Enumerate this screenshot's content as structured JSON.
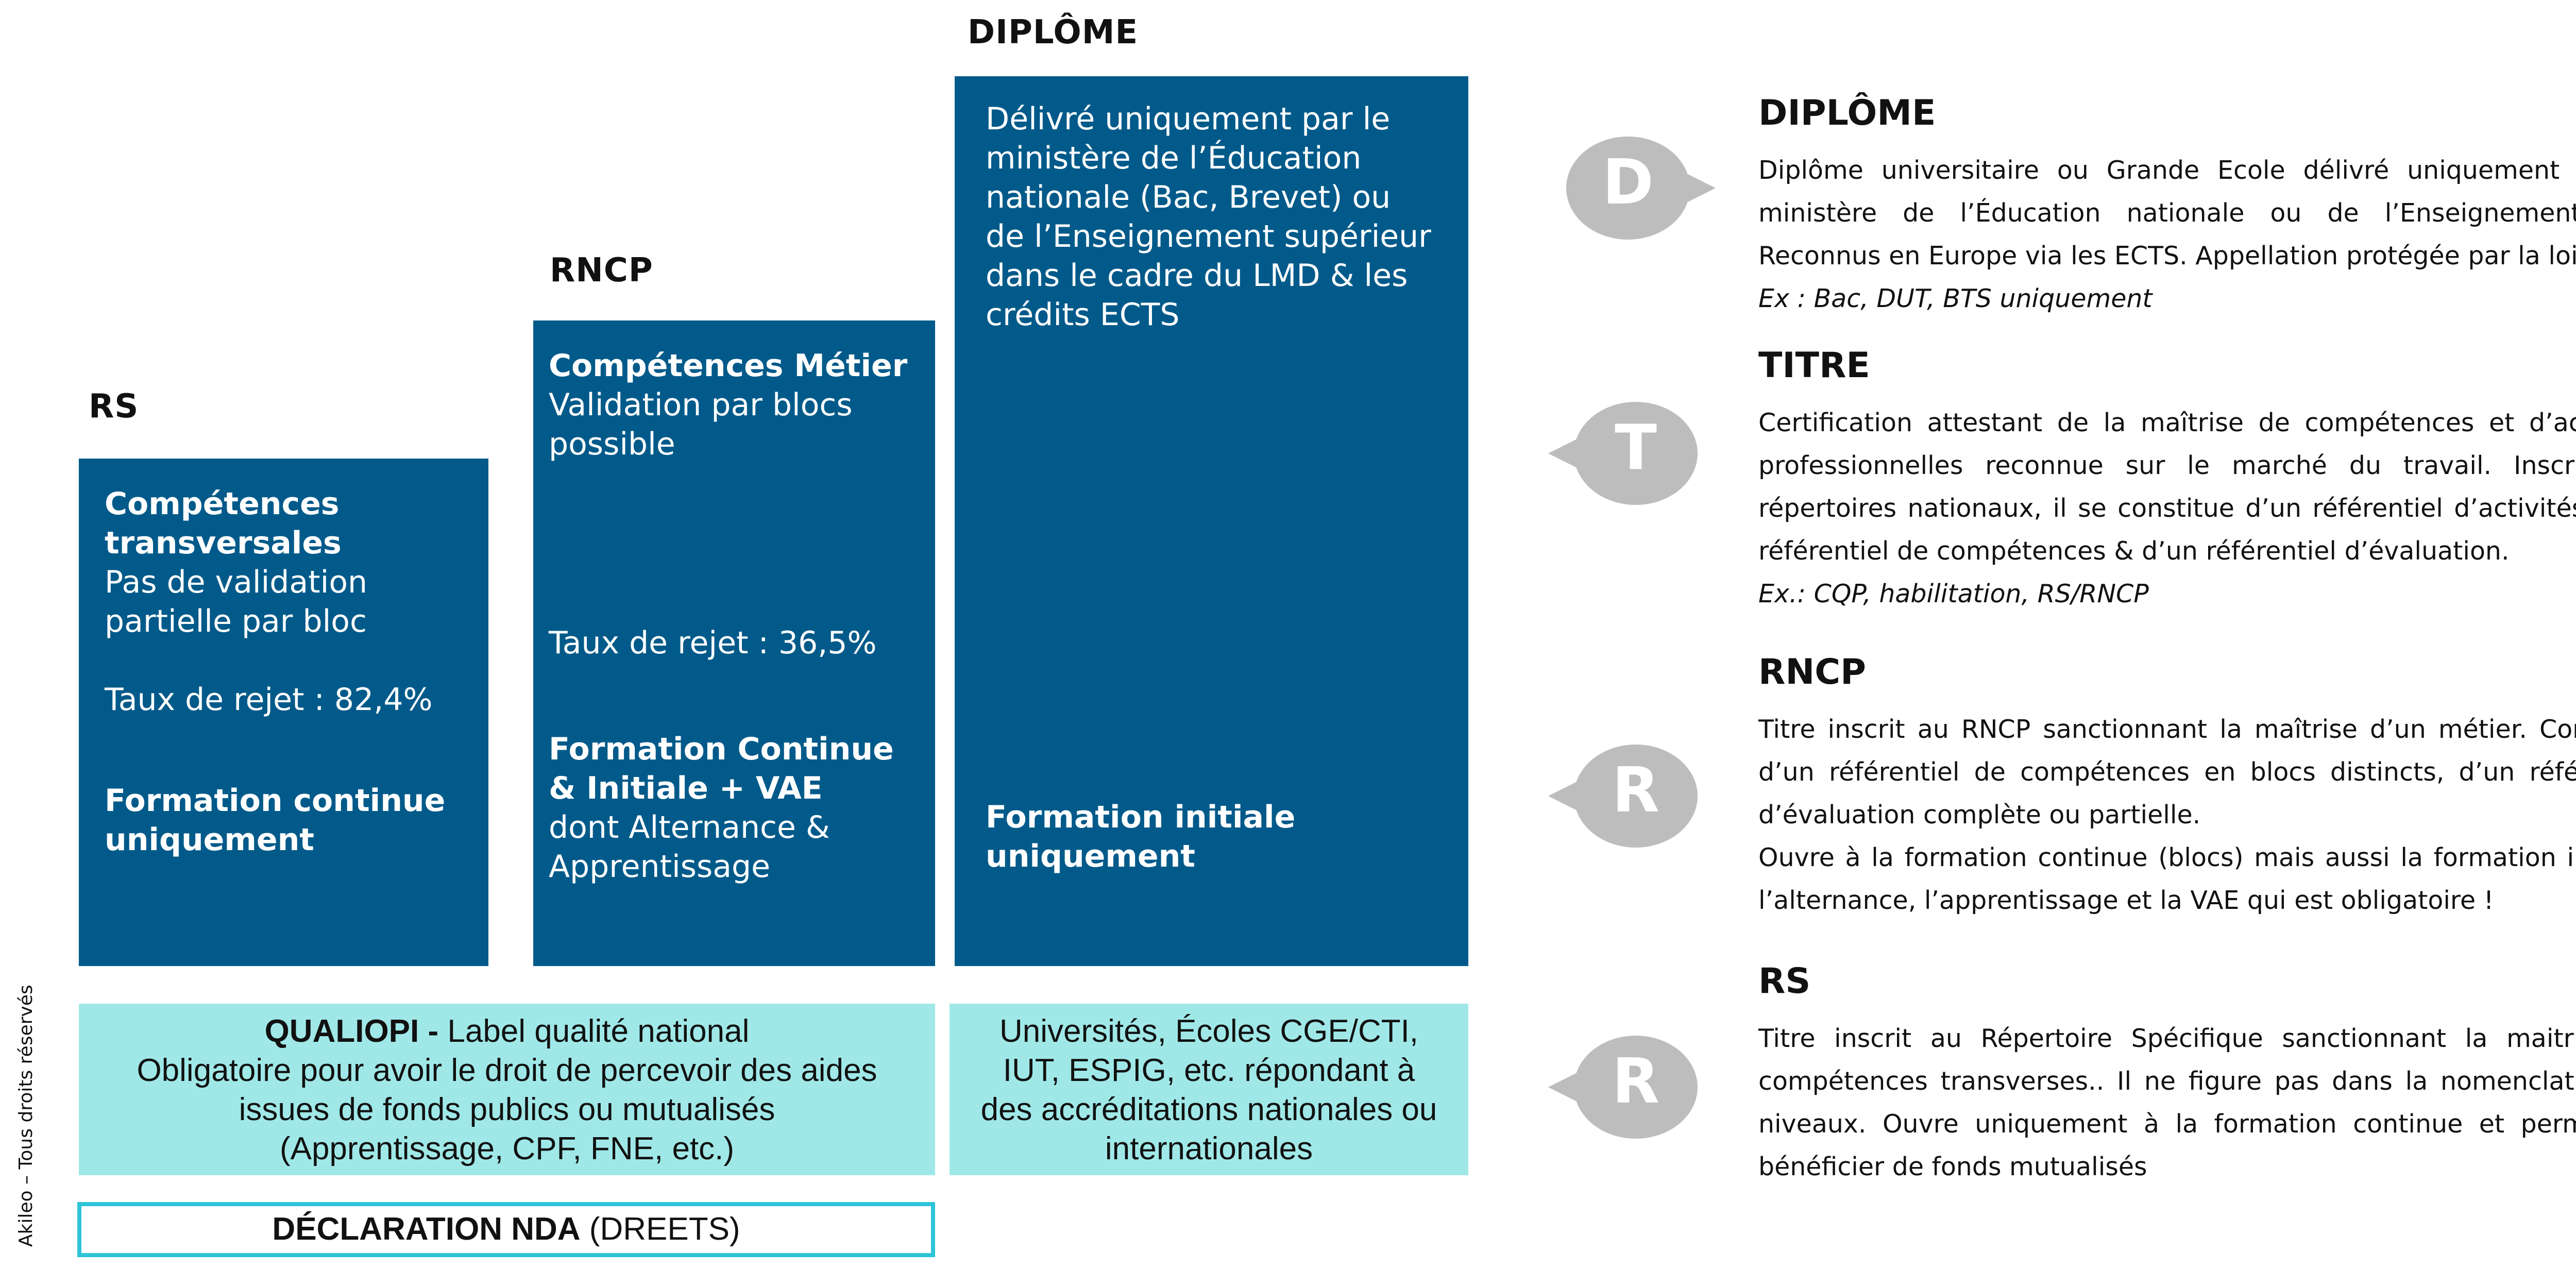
{
  "colors": {
    "blue_box": "#015a8a",
    "cyan_box": "#a0e8e8",
    "outline": "#2ec4d8",
    "bubble": "#bdbdbd",
    "text": "#111111"
  },
  "columns": {
    "rs": {
      "header": "RS",
      "title": "Compétences transversales",
      "subtitle": "Pas de validation partielle par bloc",
      "rejection": "Taux de rejet : 82,4%",
      "formation": "Formation continue uniquement"
    },
    "rncp": {
      "header": "RNCP",
      "title": "Compétences Métier",
      "subtitle": "Validation par blocs possible",
      "rejection": "Taux de rejet : 36,5%",
      "formation": "Formation Continue & Initiale + VAE",
      "formation_sub": "dont Alternance & Apprentissage"
    },
    "diplome": {
      "header": "DIPLÔME",
      "description": "Délivré uniquement par le ministère de l’Éducation nationale (Bac, Brevet) ou de l’Enseignement supérieur dans le cadre du LMD & les crédits ECTS",
      "formation": "Formation initiale uniquement"
    }
  },
  "qualiopi": {
    "bold": "QUALIOPI -",
    "line1_rest": " Label qualité national",
    "line2": "Obligatoire pour avoir le droit de percevoir des aides",
    "line3": "issues de fonds publics ou mutualisés",
    "line4": "(Apprentissage, CPF, FNE, etc.)"
  },
  "universities": {
    "line1": "Universités, Écoles CGE/CTI,",
    "line2": "IUT, ESPIG, etc. répondant à",
    "line3": "des accréditations nationales ou",
    "line4": "internationales"
  },
  "nda": {
    "bold": "DÉCLARATION NDA",
    "rest": " (DREETS)"
  },
  "definitions": [
    {
      "letter": "D",
      "title": "DIPLÔME",
      "text": "Diplôme universitaire ou Grande Ecole délivré uniquement par le ministère de l’Éducation nationale ou de l’Enseignement sup. Reconnus en Europe via les ECTS. Appellation protégée par la loi",
      "example": "Ex : Bac, DUT, BTS uniquement"
    },
    {
      "letter": "T",
      "title": "TITRE",
      "text": "Certification attestant de la maîtrise de compétences et d’activités professionnelles reconnue sur le marché du travail. Inscrit aux répertoires nationaux, il se constitue d’un référentiel d’activités, d’un référentiel de compétences & d’un référentiel d’évaluation.",
      "example": "Ex.: CQP, habilitation, RS/RNCP"
    },
    {
      "letter": "R",
      "title": "RNCP",
      "text": "Titre inscrit au RNCP sanctionnant la maîtrise d’un métier. Constitué d’un référentiel de compétences en blocs distincts, d’un référentiel d’évaluation complète ou partielle.",
      "text2": "Ouvre à la formation continue (blocs) mais aussi la formation initiale, l’alternance, l’apprentissage et la VAE qui est obligatoire !"
    },
    {
      "letter": "R",
      "title": "RS",
      "text": "Titre inscrit au Répertoire Spécifique sanctionnant la maitrise de compétences transverses.. Il ne figure pas dans la nomenclature de niveaux. Ouvre uniquement à la formation continue et permet de bénéficier de fonds mutualisés"
    }
  ],
  "copyright": "Akileo – Tous droits réservés"
}
